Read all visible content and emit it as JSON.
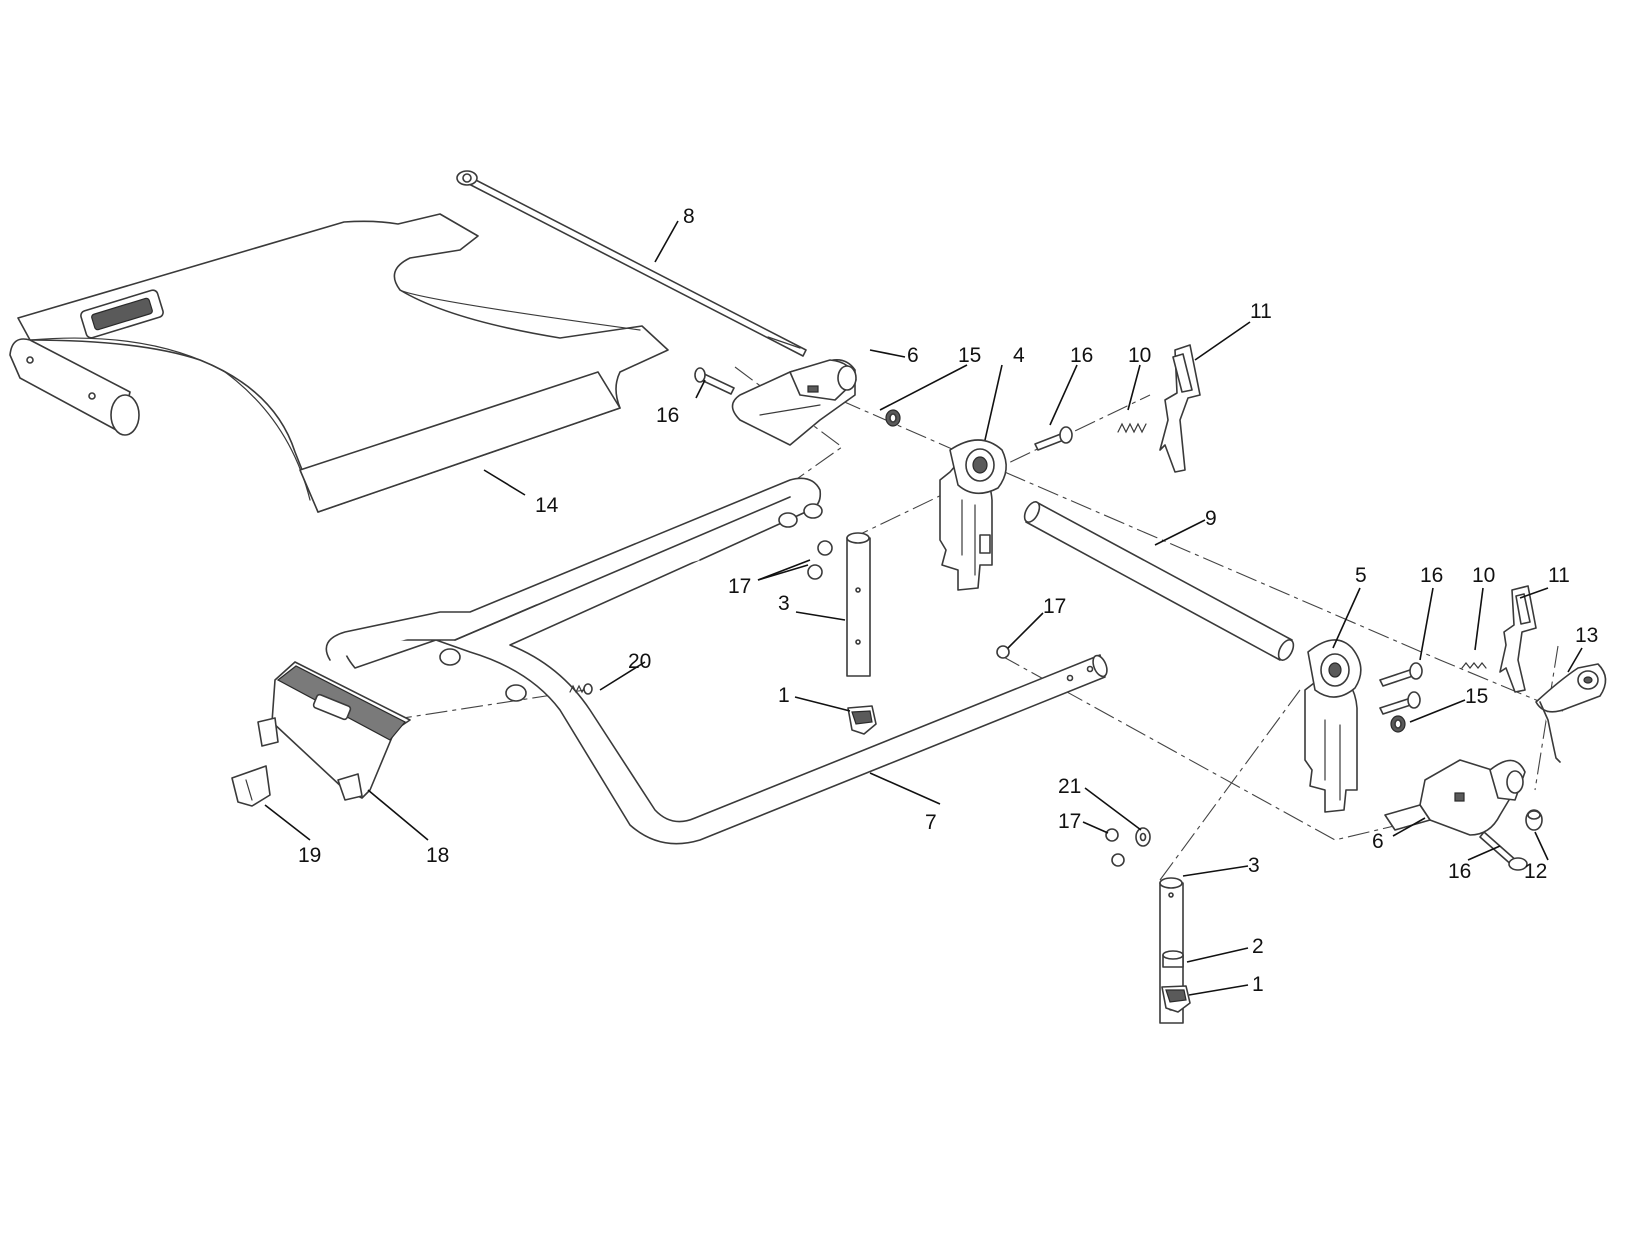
{
  "diagram": {
    "type": "exploded-parts-view",
    "callouts": {
      "c1a": "1",
      "c1b": "1",
      "c2": "2",
      "c3a": "3",
      "c3b": "3",
      "c4": "4",
      "c5": "5",
      "c6a": "6",
      "c6b": "6",
      "c7": "7",
      "c8": "8",
      "c9": "9",
      "c10a": "10",
      "c10b": "10",
      "c11a": "11",
      "c11b": "11",
      "c12": "12",
      "c13": "13",
      "c14": "14",
      "c15a": "15",
      "c15b": "15",
      "c16a": "16",
      "c16b": "16",
      "c16c": "16",
      "c16d": "16",
      "c17a": "17",
      "c17b": "17",
      "c17c": "17",
      "c18": "18",
      "c19": "19",
      "c20": "20",
      "c21": "21"
    }
  }
}
